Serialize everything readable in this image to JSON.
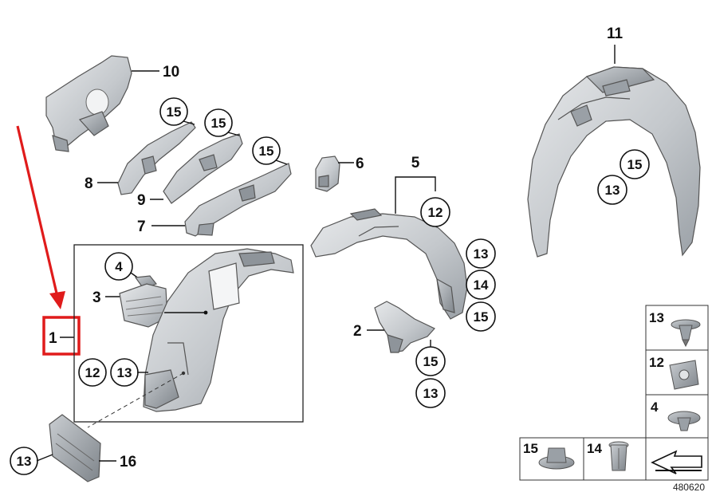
{
  "labels": {
    "n1": "1",
    "n2": "2",
    "n3": "3",
    "n4": "4",
    "n5": "5",
    "n6": "6",
    "n7": "7",
    "n8": "8",
    "n9": "9",
    "n10": "10",
    "n11": "11",
    "n12": "12",
    "n13": "13",
    "n14": "14",
    "n15": "15",
    "n16": "16"
  },
  "legend": {
    "items": [
      "13",
      "12",
      "4",
      "15",
      "14"
    ]
  },
  "reference_number": "480620",
  "colors": {
    "highlight": "#e01b1b",
    "part_fill_light": "#d4d7da",
    "part_fill_mid": "#b7bcc1",
    "part_fill_dark": "#8e949a",
    "line": "#111111"
  },
  "icons": [
    "arrow-icon",
    "wheel-arch-liner",
    "clip-fastener",
    "nut-fastener"
  ]
}
